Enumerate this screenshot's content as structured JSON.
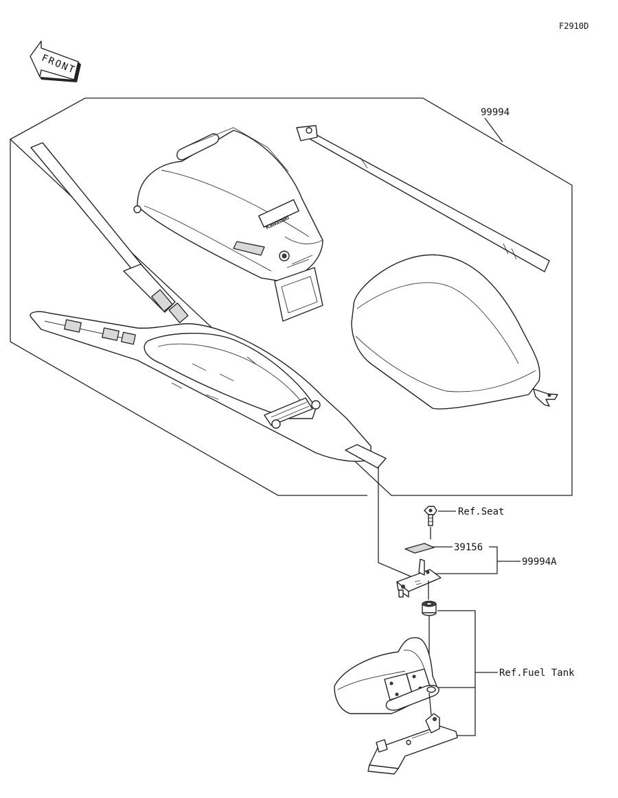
{
  "diagram_code": "F2910D",
  "front_arrow_label": "FRONT",
  "labels": {
    "kit": "99994",
    "ref_seat": "Ref.Seat",
    "pad": "39156",
    "bracket_kit": "99994A",
    "ref_fuel_tank": "Ref.Fuel Tank"
  },
  "bag_logo": "Kawasaki"
}
